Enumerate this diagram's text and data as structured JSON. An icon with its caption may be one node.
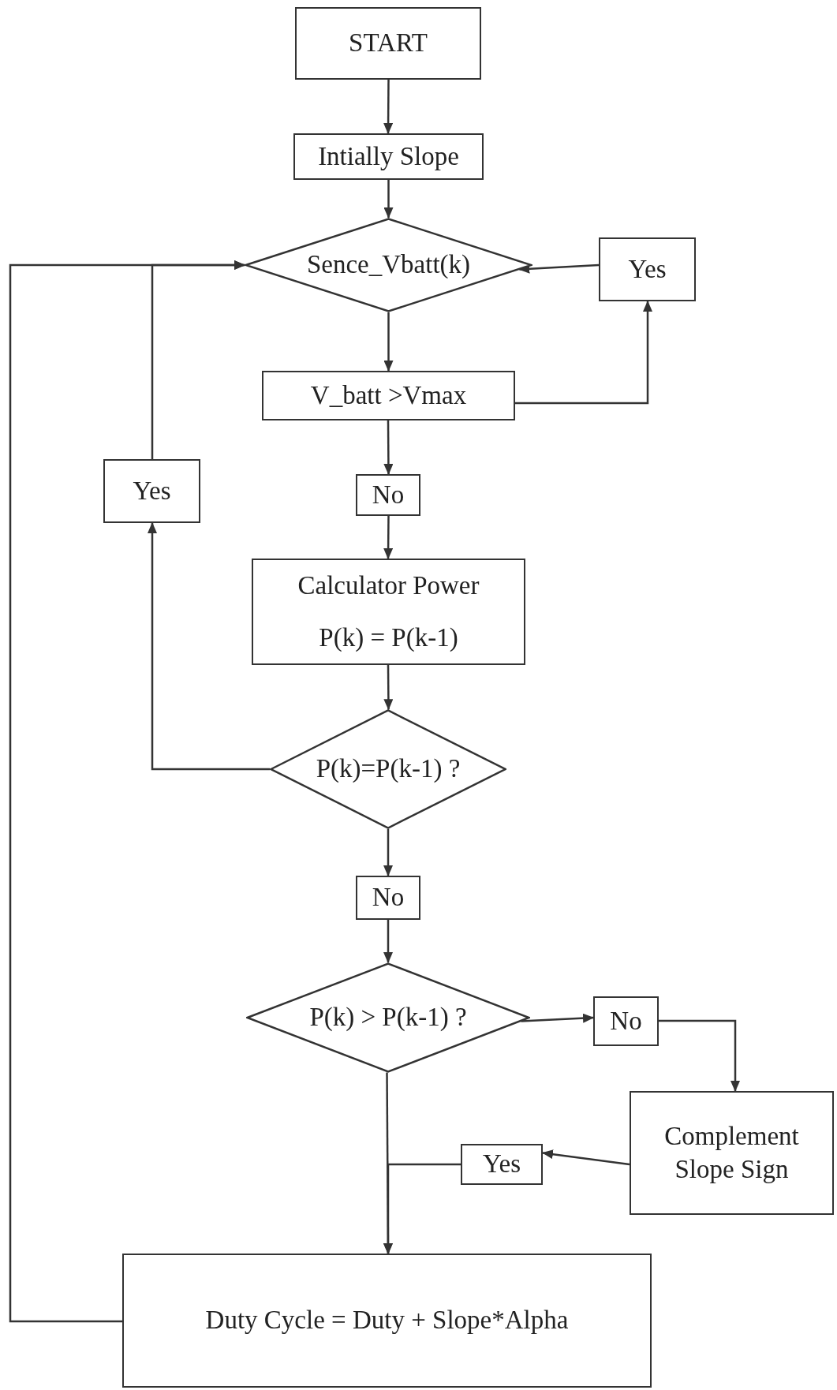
{
  "diagram": {
    "nodes": [
      {
        "text": [
          "START"
        ]
      },
      {
        "text": [
          "Intially Slope"
        ]
      },
      {
        "text": [
          "Sence_Vbatt(k)"
        ]
      },
      {
        "text": [
          "Yes"
        ]
      },
      {
        "text": [
          "V_batt >Vmax"
        ]
      },
      {
        "text": [
          "Yes"
        ]
      },
      {
        "text": [
          "No"
        ]
      },
      {
        "text": [
          "Calculator Power",
          "P(k) = P(k-1)"
        ]
      },
      {
        "text": [
          "P(k)=P(k-1) ?"
        ]
      },
      {
        "text": [
          "No"
        ]
      },
      {
        "text": [
          "P(k) > P(k-1) ?"
        ]
      },
      {
        "text": [
          "No"
        ]
      },
      {
        "text": [
          "Complement Slope Sign"
        ]
      },
      {
        "text": [
          "Yes"
        ]
      },
      {
        "text": [
          "Duty Cycle = Duty + Slope*Alpha"
        ]
      }
    ],
    "edges": [
      {
        "from": 0,
        "to": 1,
        "arrow": "to"
      },
      {
        "from": 1,
        "to": 2,
        "arrow": "to"
      },
      {
        "from": 2,
        "to": 4,
        "arrow": "to"
      },
      {
        "from": 4,
        "to": 3,
        "arrow": "to"
      },
      {
        "from": 3,
        "to": 2,
        "arrow": "to"
      },
      {
        "from": 4,
        "to": 6,
        "arrow": "to"
      },
      {
        "from": 6,
        "to": 7,
        "arrow": "to"
      },
      {
        "from": 7,
        "to": 8,
        "arrow": "to"
      },
      {
        "from": 8,
        "to": 5,
        "arrow": "to"
      },
      {
        "from": 5,
        "to": 2,
        "arrow": "to"
      },
      {
        "from": 8,
        "to": 9,
        "arrow": "to"
      },
      {
        "from": 9,
        "to": 10,
        "arrow": "to"
      },
      {
        "from": 10,
        "to": 11,
        "arrow": "to"
      },
      {
        "from": 11,
        "to": 12,
        "arrow": "to"
      },
      {
        "from": 12,
        "to": 13,
        "arrow": "to"
      },
      {
        "from": 13,
        "to": 14,
        "arrow": "to"
      },
      {
        "from": 10,
        "to": 14,
        "arrow": "to"
      },
      {
        "from": 14,
        "to": 2,
        "arrow": "to"
      }
    ]
  }
}
